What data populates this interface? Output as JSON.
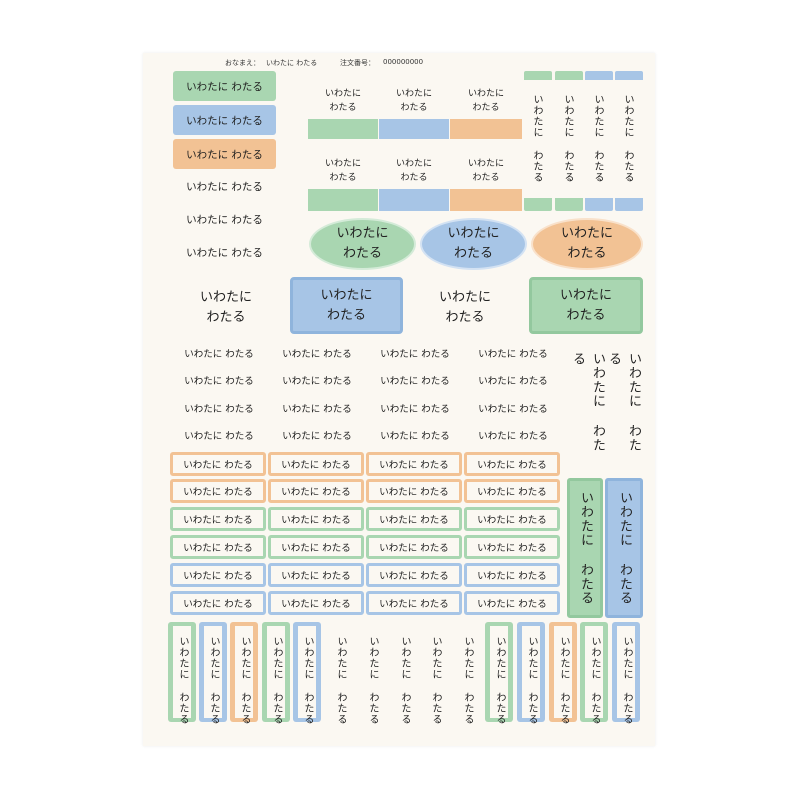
{
  "header": {
    "name_label": "おなまえ：",
    "name_value": "いわたに わたる",
    "order_label": "注文番号：",
    "order_value": "000000000"
  },
  "label_full": "いわたに わたる",
  "label_line1": "いわたに",
  "label_line2": "わたる",
  "colors": {
    "green": "#a9d6b1",
    "blue": "#a7c5e6",
    "orange": "#f2c294",
    "paper": "#fbf8f2"
  }
}
